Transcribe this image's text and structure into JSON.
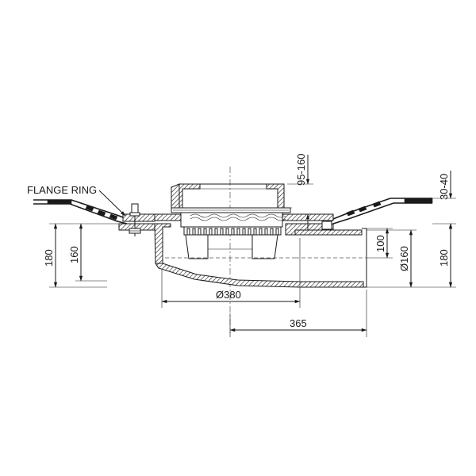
{
  "labels": {
    "flange_ring": "FLANGE RING"
  },
  "dimensions": {
    "adj_height": "95-160",
    "insulation": "30-40",
    "left_outer": "180",
    "left_inner": "160",
    "right_outer": "180",
    "outlet_height": "100",
    "outlet_diameter": "Ø160",
    "body_diameter": "Ø380",
    "length": "365"
  },
  "colors": {
    "line": "#1a1a1a",
    "background": "#ffffff"
  }
}
